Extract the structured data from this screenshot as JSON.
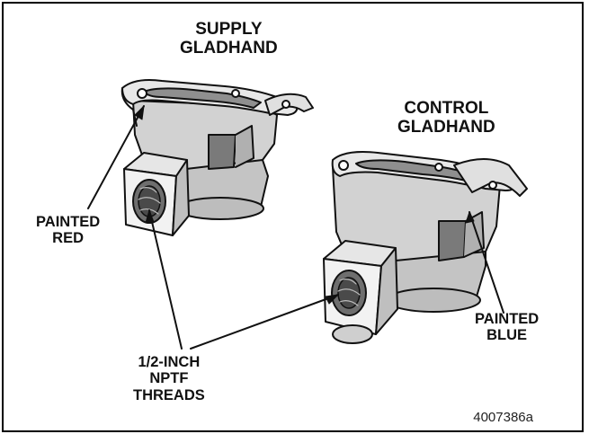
{
  "labels": {
    "supply": [
      "SUPPLY",
      "GLADHAND"
    ],
    "control": [
      "CONTROL",
      "GLADHAND"
    ],
    "painted_red": [
      "PAINTED",
      "RED"
    ],
    "painted_blue": [
      "PAINTED",
      "BLUE"
    ],
    "threads": [
      "1/2-INCH",
      "NPTF",
      "THREADS"
    ]
  },
  "figure_number": "4007386a",
  "colors": {
    "line": "#111111",
    "shade": "#c9c9c9",
    "dark_shade": "#9a9a9a",
    "background": "#ffffff"
  }
}
